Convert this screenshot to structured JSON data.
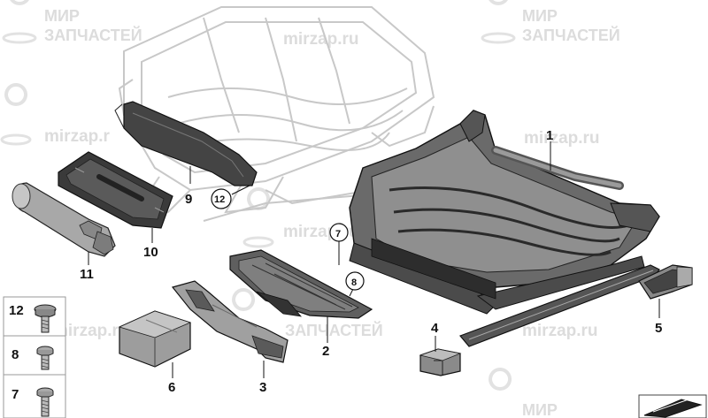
{
  "watermark": {
    "brand_line1": "МИР",
    "brand_line2": "ЗАПЧАСТЕЙ",
    "site": "mirzap.ru",
    "site_partial": "mirzap.r"
  },
  "callouts": {
    "p1": "1",
    "p2": "2",
    "p3": "3",
    "p4": "4",
    "p5": "5",
    "p6": "6",
    "p7": "7",
    "p8": "8",
    "p9": "9",
    "p10": "10",
    "p11": "11",
    "p12": "12"
  },
  "fastener_legend": [
    {
      "number": "12"
    },
    {
      "number": "8"
    },
    {
      "number": "7"
    }
  ]
}
